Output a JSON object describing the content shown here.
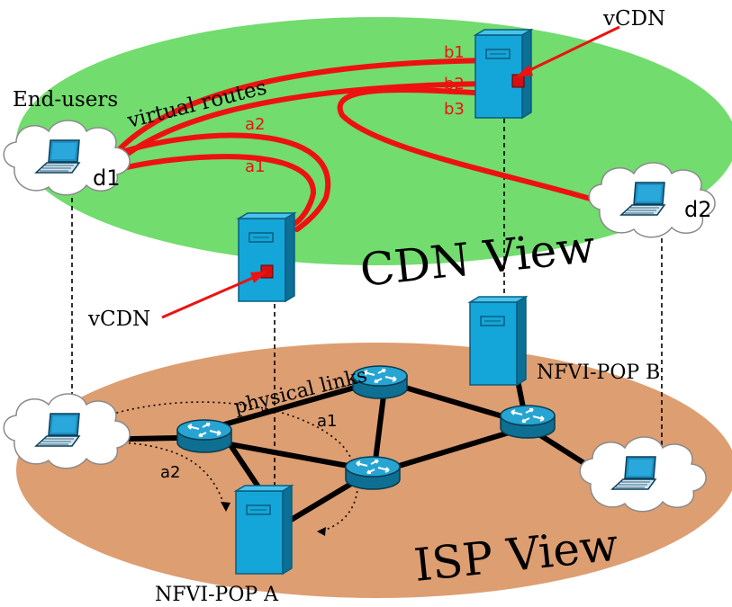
{
  "colors": {
    "cdn_plane": "#72dc6e",
    "isp_plane": "#dd9e72",
    "virtual_route": "#ee1111",
    "server": "#14a6d8",
    "router": "#1a8fb5",
    "cloud": "#ffffff"
  },
  "labels": {
    "vcdn_top": "vCDN",
    "vcdn_left": "vCDN",
    "end_users": "End-users",
    "virtual_routes": "virtual routes",
    "physical_links": "physical links",
    "cdn_view": "CDN View",
    "isp_view": "ISP View",
    "nfvi_pop_a": "NFVI-POP A",
    "nfvi_pop_b": "NFVI-POP B",
    "d1": "d1",
    "d2": "d2",
    "route_b1": "b1",
    "route_b2": "b2",
    "route_b3": "b3",
    "route_a2": "a2",
    "route_a1": "a1",
    "phys_a1": "a1",
    "phys_a2": "a2"
  },
  "icons": {
    "server": "server-icon",
    "router": "router-icon",
    "laptop": "laptop-icon",
    "cloud": "cloud-icon"
  }
}
